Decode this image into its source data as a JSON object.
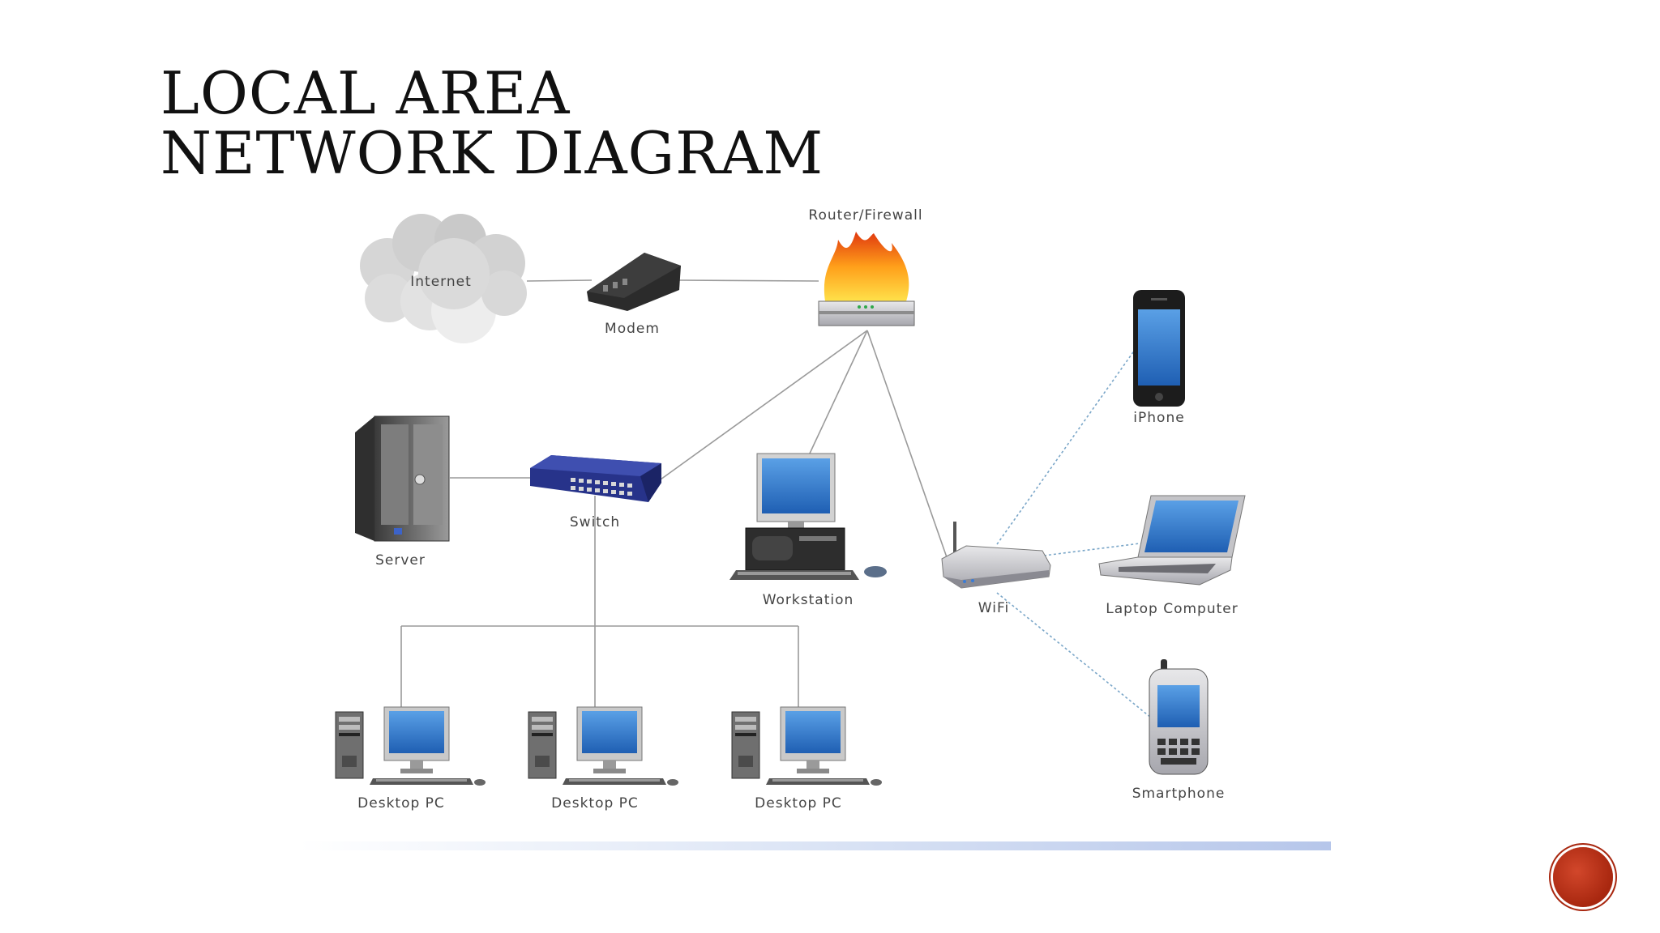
{
  "slide": {
    "title_line1": "LOCAL AREA",
    "title_line2": "NETWORK DIAGRAM"
  },
  "nodes": {
    "internet": "Internet",
    "modem": "Modem",
    "router": "Router/Firewall",
    "server": "Server",
    "switch": "Switch",
    "workstation": "Workstation",
    "wifi": "WiFi",
    "iphone": "iPhone",
    "laptop": "Laptop Computer",
    "smartphone": "Smartphone",
    "desktop1": "Desktop PC",
    "desktop2": "Desktop PC",
    "desktop3": "Desktop PC"
  },
  "colors": {
    "wired_link": "#9a9a9a",
    "wireless_link": "#7aa6c8",
    "accent_bar": "#b9c9ea",
    "badge": "#b7301a"
  }
}
